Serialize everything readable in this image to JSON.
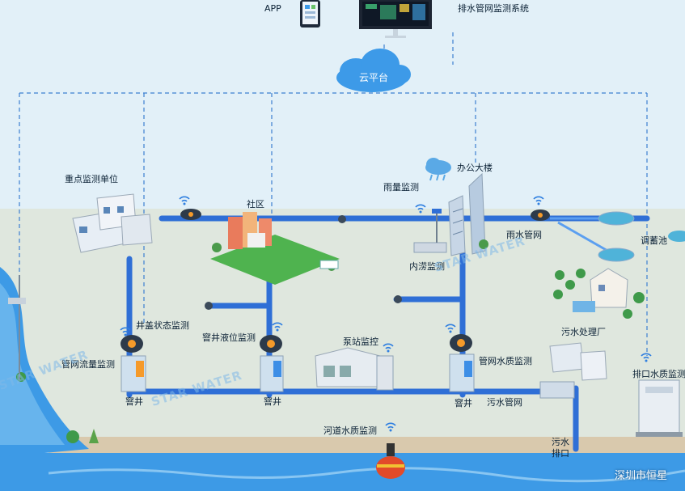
{
  "top": {
    "app_label": "APP",
    "system_label": "排水管网监测系统",
    "cloud_label": "云平台"
  },
  "labels": {
    "key_unit": "重点监测单位",
    "community": "社区",
    "rain_monitor": "雨量监测",
    "office": "办公大楼",
    "flood_monitor": "内涝监测",
    "rain_pipe": "雨水管网",
    "storage_pool": "调蓄池",
    "cover_monitor": "井盖状态监测",
    "manhole_level": "窨井液位监测",
    "pump_station": "泵站监控",
    "pipe_flow": "管网流量监测",
    "pipe_quality": "管网水质监测",
    "sewage_plant": "污水处理厂",
    "outlet_quality": "排口水质监测",
    "manhole_1": "窨井",
    "manhole_2": "窨井",
    "manhole_3": "窨井",
    "sewage_pipe": "污水管网",
    "river_quality": "河道水质监测",
    "sewage_outlet_line1": "污水",
    "sewage_outlet_line2": "排口",
    "company_partial": "深圳市恒星"
  },
  "watermark": "STAR WATER",
  "colors": {
    "sky": "#dfeef7",
    "ground": "#dde6de",
    "pipe": "#2f6fd6",
    "dashed": "#3c7fd0",
    "water": "#3f9ee6",
    "cloud": "#3d9ae8"
  }
}
